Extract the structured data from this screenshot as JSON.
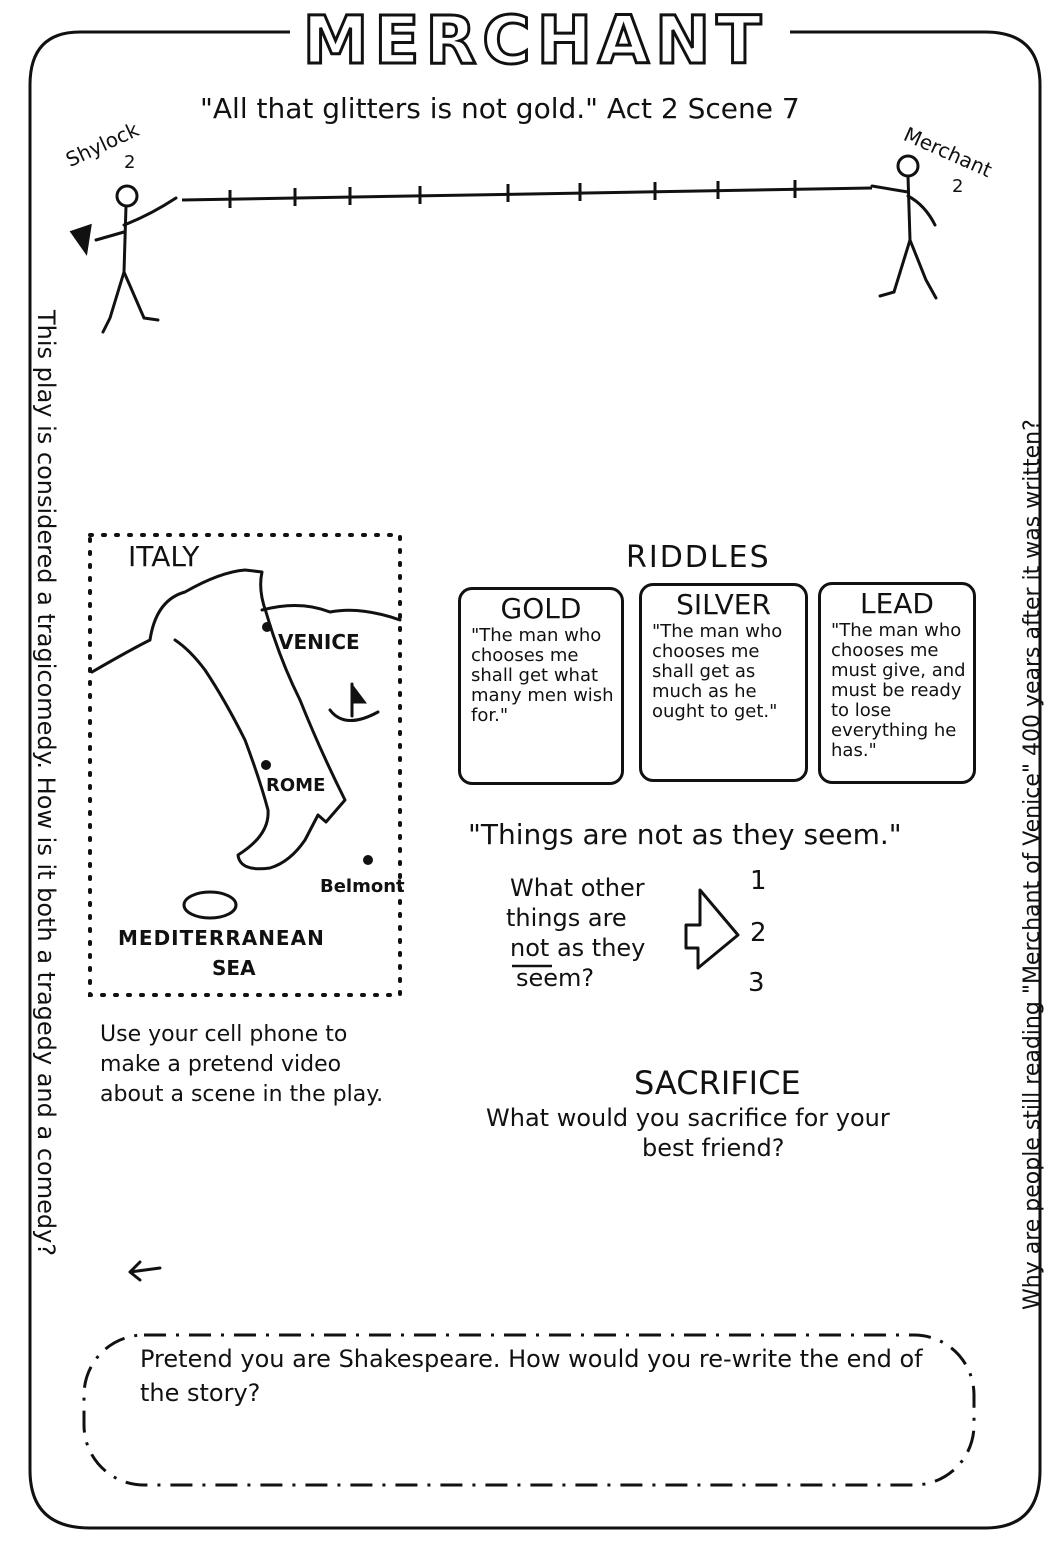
{
  "title": "MERCHANT",
  "top_quote": "\"All that glitters is not gold.\"  Act 2 Scene 7",
  "timeline": {
    "left_label": "Shylock",
    "left_number": "2",
    "right_label": "Merchant",
    "right_number": "2"
  },
  "left_margin_question": "This play is considered a tragicomedy. How is it both a tragedy and a comedy?",
  "right_margin_question": "Why are people still reading \"Merchant of Venice\" 400 years after it was written?",
  "map": {
    "title": "ITALY",
    "cities": [
      "VENICE",
      "ROME",
      "Belmont"
    ],
    "sea_line1": "MEDITERRANEAN",
    "sea_line2": "SEA"
  },
  "riddles": {
    "heading": "RIDDLES",
    "boxes": [
      {
        "title": "GOLD",
        "text": "\"The man who chooses me shall get what many men wish for.\""
      },
      {
        "title": "SILVER",
        "text": "\"The man who chooses me shall get as much as he ought to get.\""
      },
      {
        "title": "LEAD",
        "text": "\"The man who chooses me must give, and must be ready to lose everything he has.\""
      }
    ]
  },
  "seem": {
    "quote": "\"Things are not as they seem.\"",
    "prompt_line1": "What other",
    "prompt_line2": "things are",
    "prompt_line3_not": "not",
    "prompt_line3_rest": " as they",
    "prompt_line4": "seem?",
    "numbers": [
      "1",
      "2",
      "3"
    ]
  },
  "sacrifice": {
    "heading": "SACRIFICE",
    "line1": "What would you sacrifice for your",
    "line2": "best friend?"
  },
  "video_prompt": "Use your cell phone to make a pretend video about a scene in the play.",
  "rewrite_prompt": "Pretend you are Shakespeare. How would you re-write the end of the story?"
}
